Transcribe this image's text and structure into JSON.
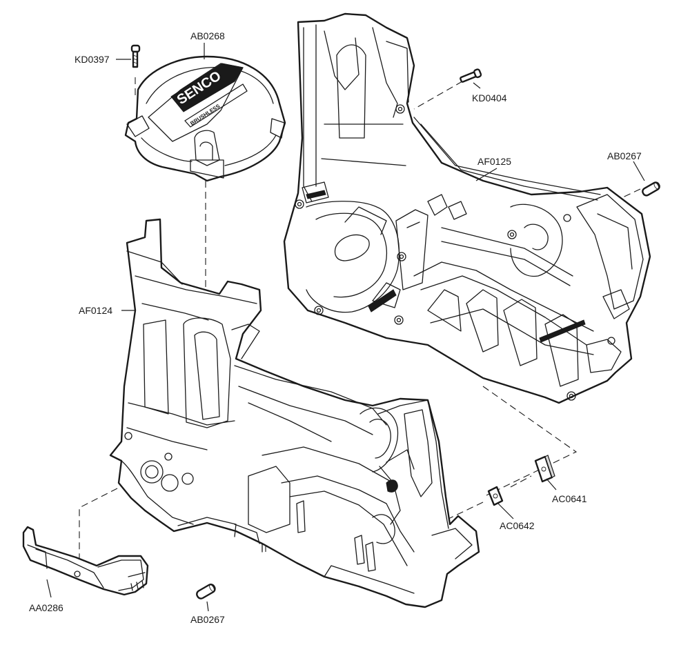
{
  "brand": {
    "logo": "SENCO",
    "sub": "BRUSHLESS"
  },
  "labels": {
    "kd0397": "KD0397",
    "ab0268": "AB0268",
    "kd0404": "KD0404",
    "af0125": "AF0125",
    "ab0267_top": "AB0267",
    "af0124": "AF0124",
    "ac0641": "AC0641",
    "ac0642": "AC0642",
    "aa0286": "AA0286",
    "ab0267_bottom": "AB0267"
  }
}
